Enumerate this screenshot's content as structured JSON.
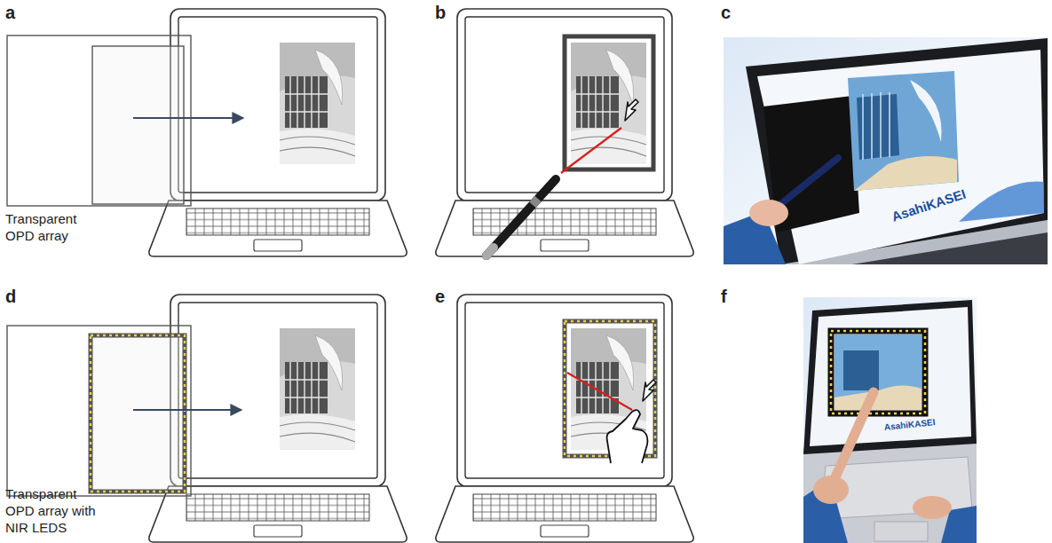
{
  "diagram": {
    "labels": [
      "a",
      "b",
      "c",
      "d",
      "e",
      "f",
      "Transparent OPD array",
      "Transparent OPD array with NIR LEDS",
      "AsahiKASEI",
      "AsahiKASEI"
    ]
  }
}
